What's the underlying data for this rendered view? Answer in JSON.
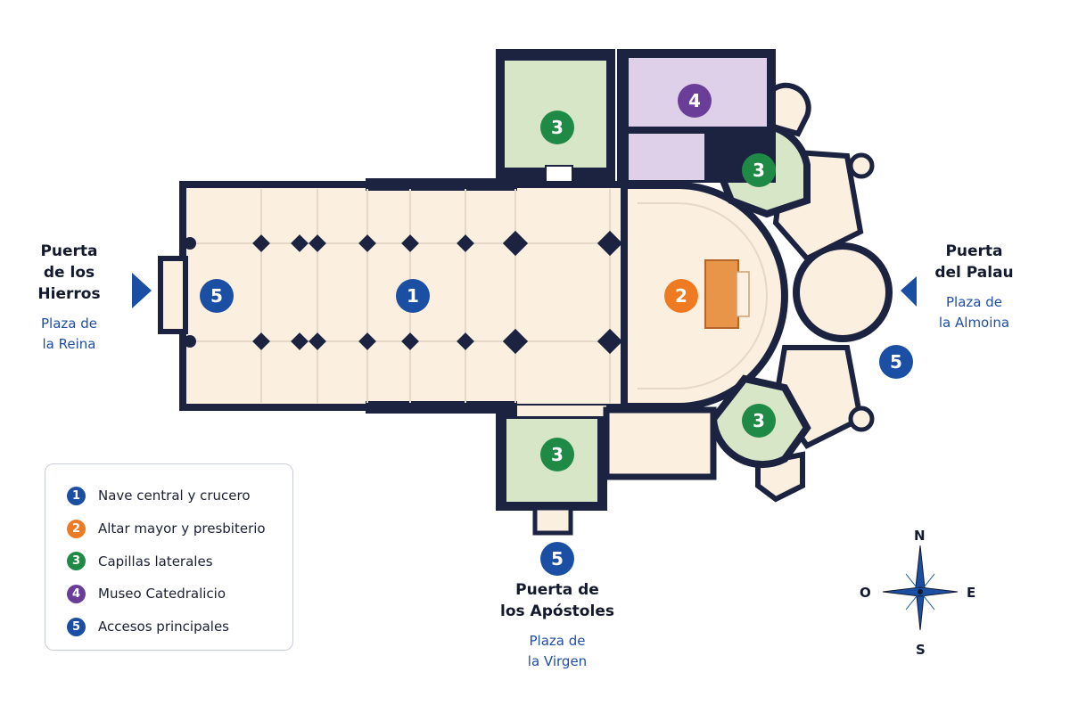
{
  "colors": {
    "wall": "#1b2340",
    "floor": "#fbefe0",
    "nave_lines": "#e5d8c6",
    "chapels": "#d7e6c6",
    "museum": "#ddd0e8",
    "altar": "#e8954a",
    "zone1": "#1a4fa3",
    "zone2": "#ee7b22",
    "zone3": "#1f8a45",
    "zone4": "#6a3d98",
    "zone5": "#1a4fa3",
    "text_dark": "#141a2e",
    "text_blue": "#1f4ea8"
  },
  "markers": [
    {
      "number": "1",
      "zone": "zone1"
    },
    {
      "number": "2",
      "zone": "zone2"
    },
    {
      "number": "3",
      "zone": "zone3"
    },
    {
      "number": "3",
      "zone": "zone3"
    },
    {
      "number": "3",
      "zone": "zone3"
    },
    {
      "number": "3",
      "zone": "zone3"
    },
    {
      "number": "4",
      "zone": "zone4"
    },
    {
      "number": "5",
      "zone": "zone5"
    },
    {
      "number": "5",
      "zone": "zone5"
    },
    {
      "number": "5",
      "zone": "zone5"
    }
  ],
  "gates": {
    "hierros": {
      "line1": "Puerta",
      "line2": "de los",
      "line3": "Hierros",
      "plaza1": "Plaza de",
      "plaza2": "la Reina"
    },
    "palau": {
      "line1": "Puerta",
      "line2": "del Palau",
      "plaza1": "Plaza de",
      "plaza2": "la Almoina"
    },
    "apostoles": {
      "line1": "Puerta de",
      "line2": "los Apóstoles",
      "plaza1": "Plaza de",
      "plaza2": "la Virgen"
    }
  },
  "legend": [
    {
      "number": "1",
      "label": "Nave central y crucero",
      "color": "#1a4fa3"
    },
    {
      "number": "2",
      "label": "Altar mayor y presbiterio",
      "color": "#ee7b22"
    },
    {
      "number": "3",
      "label": "Capillas laterales",
      "color": "#1f8a45"
    },
    {
      "number": "4",
      "label": "Museo Catedralicio",
      "color": "#6a3d98"
    },
    {
      "number": "5",
      "label": "Accesos principales",
      "color": "#1a4fa3"
    }
  ],
  "compass": {
    "n": "N",
    "s": "S",
    "e": "E",
    "o": "O"
  }
}
